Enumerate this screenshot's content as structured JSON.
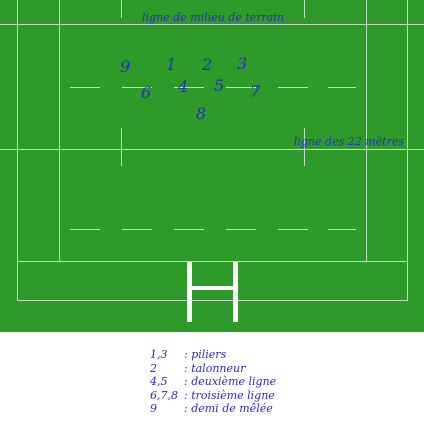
{
  "field": {
    "colors": {
      "grass": "#2e9a2a",
      "lines": "#c7dcc4",
      "text": "#2a2acc",
      "posts": "#ffffff"
    },
    "halfway_label": "ligne de milieu de terrain",
    "line22_label": "ligne des 22 mètres",
    "players": [
      {
        "num": "9"
      },
      {
        "num": "1"
      },
      {
        "num": "2"
      },
      {
        "num": "3"
      },
      {
        "num": "6"
      },
      {
        "num": "4"
      },
      {
        "num": "5"
      },
      {
        "num": "7"
      },
      {
        "num": "8"
      }
    ]
  },
  "legend": [
    {
      "key": "1,3",
      "desc": ": piliers"
    },
    {
      "key": "2",
      "desc": ": talonneur"
    },
    {
      "key": "4,5",
      "desc": ": deuxième ligne"
    },
    {
      "key": "6,7,8",
      "desc": ": troisième ligne"
    },
    {
      "key": "9",
      "desc": ": demi de mêlée"
    }
  ]
}
